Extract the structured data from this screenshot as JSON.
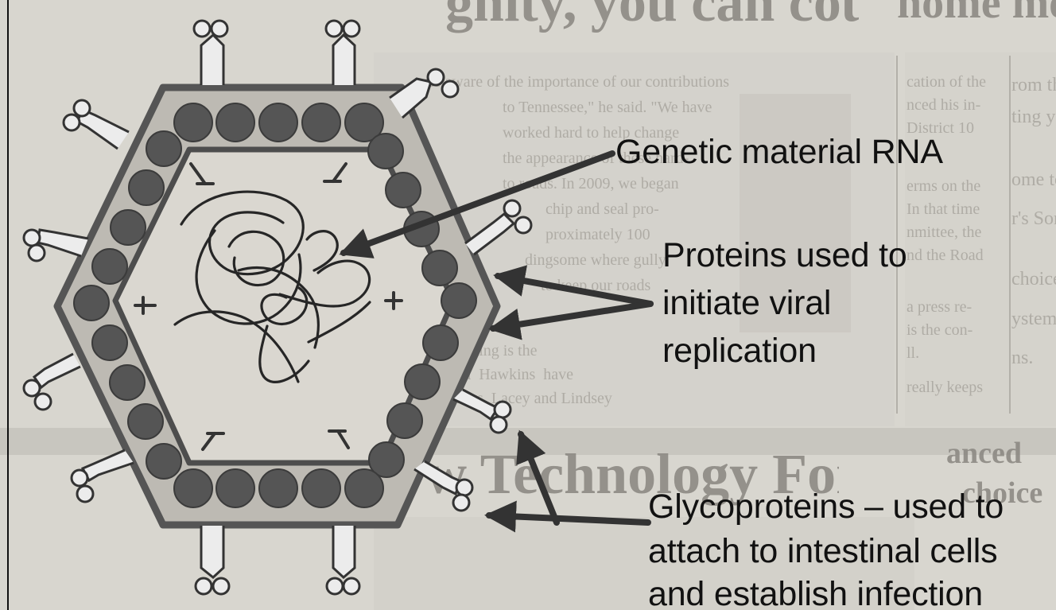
{
  "labels": {
    "genetic_material": "Genetic material RNA",
    "proteins_line1": "Proteins used to",
    "proteins_line2": "initiate viral",
    "proteins_line3": "replication",
    "glyco_line1": "Glycoproteins – used to",
    "glyco_line2": "attach to intestinal cells",
    "glyco_line3": "and establish infection"
  },
  "background": {
    "headline_top": "gnity, you can count",
    "headline_top_right": "home me",
    "headline_bottom": "w Technology For",
    "headline_bottom_right_1": "anced",
    "headline_bottom_right_2": "choice",
    "left_column": [
      "me aware of the importance of our contributions",
      "to Tennessee,\" he said. \"We have",
      "worked hard to help change",
      "the appearance of these hard-",
      "to roads. In 2009, we began",
      "chip and seal pro-",
      "proximately 100",
      "dingsome where gully",
      "to keep our roads",
      "Hawkins  Meeting is the",
      "married  Hawkins  have",
      "daughters, Lacey and Lindsey"
    ],
    "right_column": [
      "cation of the",
      "nced his in-",
      "District 10",
      "erms on the",
      "In that time",
      "nmittee, the",
      "nd the Road",
      "a press re-",
      "is the con-",
      "ll.",
      "really keeps"
    ],
    "far_right_column": [
      "rom the hot",
      "ting your",
      "ome to",
      "r's Son",
      "choice",
      "ystem",
      "ns."
    ]
  }
}
